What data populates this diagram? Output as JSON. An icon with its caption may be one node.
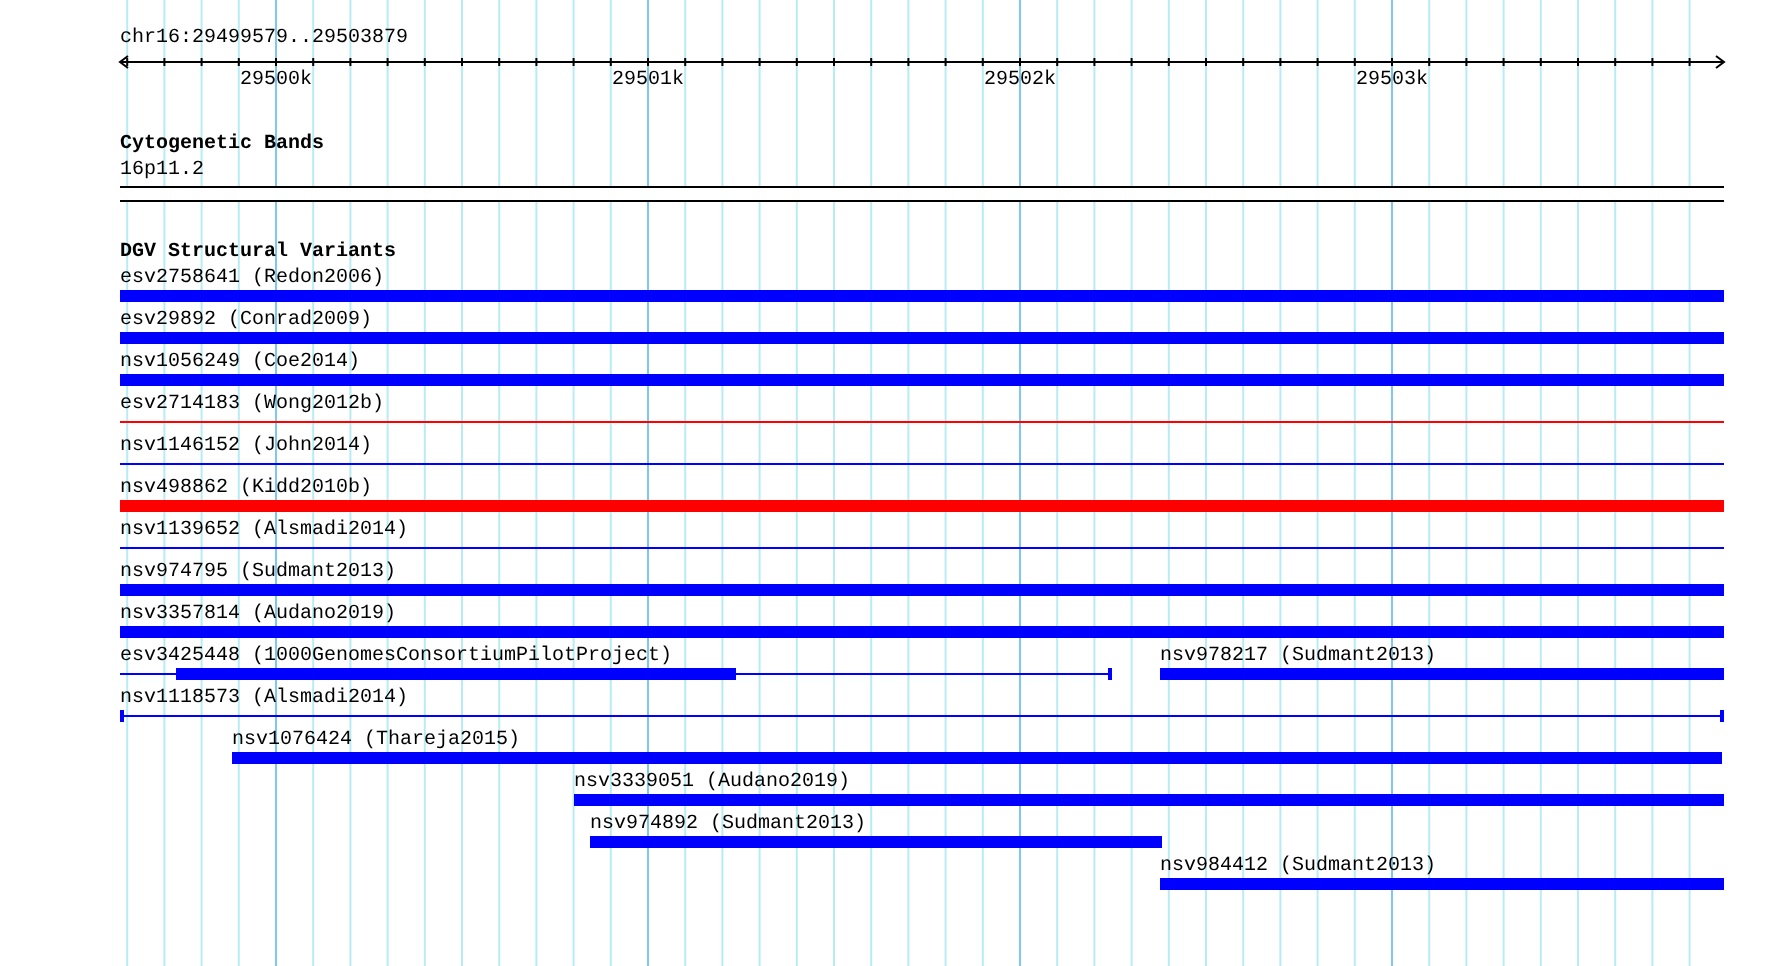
{
  "diagram": {
    "title": "chr16:29499579..29503879",
    "nodes": [
      {
        "text": [
          "esv2758641 (Redon2006)"
        ]
      },
      {
        "text": [
          "esv29892 (Conrad2009)"
        ]
      },
      {
        "text": [
          "nsv1056249 (Coe2014)"
        ]
      },
      {
        "text": [
          "esv2714183 (Wong2012b)"
        ]
      },
      {
        "text": [
          "nsv1146152 (John2014)"
        ]
      },
      {
        "text": [
          "nsv498862 (Kidd2010b)"
        ]
      },
      {
        "text": [
          "nsv1139652 (Alsmadi2014)"
        ]
      },
      {
        "text": [
          "nsv974795 (Sudmant2013)"
        ]
      },
      {
        "text": [
          "nsv3357814 (Audano2019)"
        ]
      },
      {
        "text": [
          "esv3425448 (1000GenomesConsortiumPilotProject)"
        ]
      },
      {
        "text": [
          "nsv978217 (Sudmant2013)"
        ]
      },
      {
        "text": [
          "nsv1118573 (Alsmadi2014)"
        ]
      },
      {
        "text": [
          "nsv1076424 (Thareja2015)"
        ]
      },
      {
        "text": [
          "nsv3339051 (Audano2019)"
        ]
      },
      {
        "text": [
          "nsv974892 (Sudmant2013)"
        ]
      },
      {
        "text": [
          "nsv984412 (Sudmant2013)"
        ]
      }
    ],
    "labels": [
      "29500k",
      "29501k",
      "29502k",
      "29503k",
      "Cytogenetic Bands",
      "16p11.2",
      "DGV Structural Variants"
    ]
  }
}
